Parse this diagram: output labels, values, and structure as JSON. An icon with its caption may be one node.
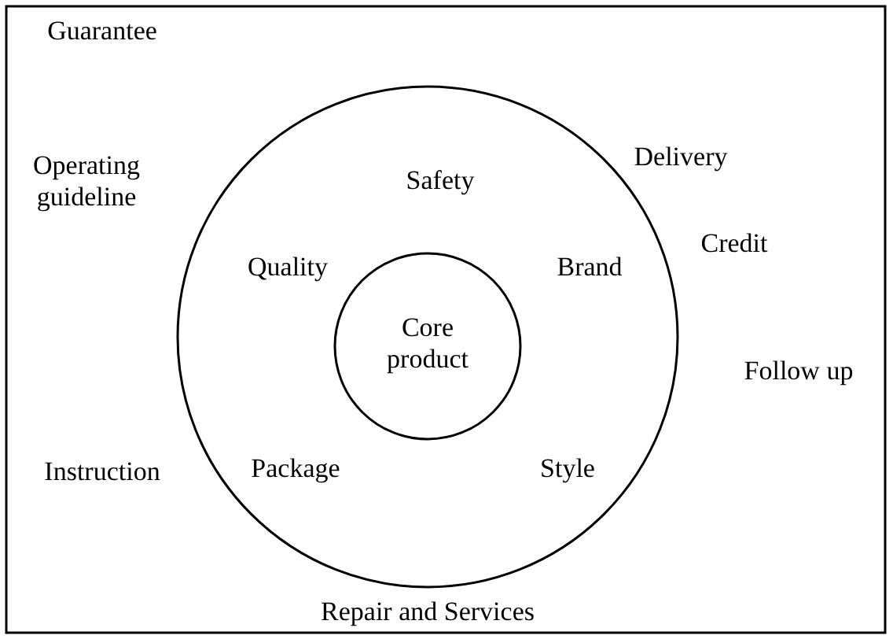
{
  "diagram": {
    "nodes": [
      {
        "text": [
          "Safety",
          "Quality",
          "Brand",
          "Package",
          "Style"
        ]
      },
      {
        "text": [
          "Core product"
        ],
        "in": 0
      }
    ],
    "labels": [
      "Guarantee",
      "Delivery",
      "Operating guideline",
      "Credit",
      "Follow up",
      "Instruction",
      "Repair and Services"
    ]
  }
}
